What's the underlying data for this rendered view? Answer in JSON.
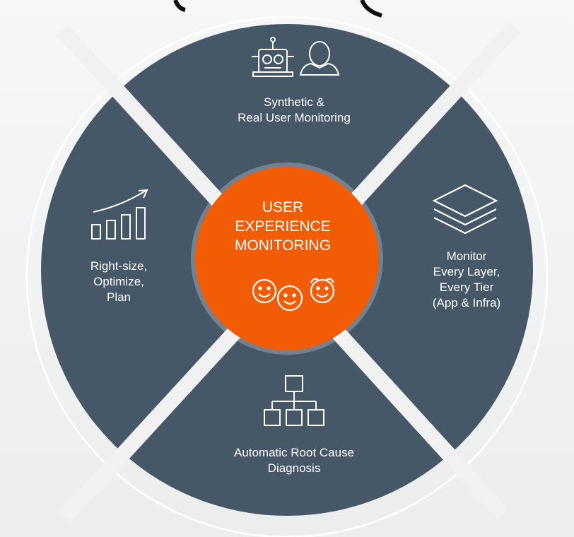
{
  "colors": {
    "segment_fill": "#465768",
    "center_fill": "#f25c05",
    "divider": "#f1f1f1",
    "text": "#ffffff"
  },
  "center": {
    "line1": "USER",
    "line2": "EXPERIENCE",
    "line3": "MONITORING",
    "icon": "smiley-faces-icon"
  },
  "segments": {
    "top": {
      "line1": "Synthetic &",
      "line2": "Real User Monitoring",
      "icons": [
        "robot-icon",
        "user-icon"
      ]
    },
    "right": {
      "line1": "Monitor",
      "line2": "Every Layer,",
      "line3": "Every Tier",
      "line4": "(App & Infra)",
      "icon": "layers-icon"
    },
    "bottom": {
      "line1": "Automatic Root Cause",
      "line2": "Diagnosis",
      "icon": "hierarchy-icon"
    },
    "left": {
      "line1": "Right-size,",
      "line2": "Optimize,",
      "line3": "Plan",
      "icon": "growth-chart-icon"
    }
  }
}
